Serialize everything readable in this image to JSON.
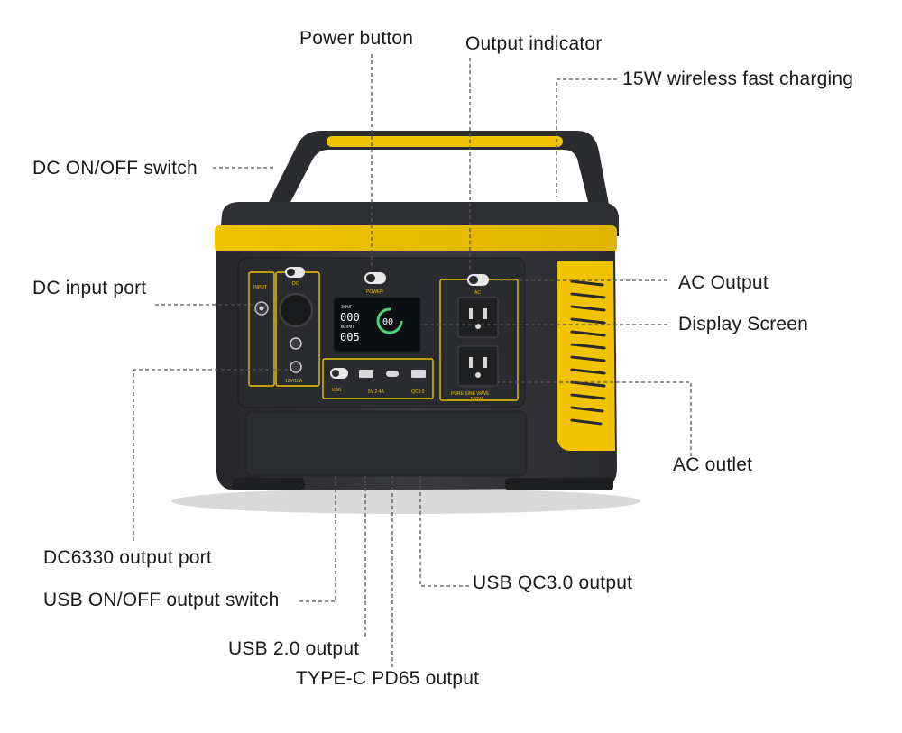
{
  "callouts": {
    "power_button": "Power button",
    "output_indicator": "Output indicator",
    "wireless_charging": "15W wireless fast charging",
    "dc_switch": "DC ON/OFF switch",
    "dc_input": "DC input port",
    "ac_output": "AC Output",
    "display_screen": "Display Screen",
    "ac_outlet": "AC outlet",
    "dc6330": "DC6330 output port",
    "usb_switch": "USB ON/OFF output switch",
    "usb_qc3": "USB QC3.0 output",
    "usb2": "USB 2.0 output",
    "typec": "TYPE-C PD65 output"
  },
  "panel": {
    "input": "INPUT",
    "dc": "DC",
    "power": "POWER",
    "ac": "AC",
    "dc_rating": "12V/10A",
    "usb": "USB",
    "usb_rating": "5V 2.4A",
    "qc": "QC3.0",
    "sine": "PURE SINE WAVE",
    "watt": "500W",
    "lcd_input": "INPUT",
    "lcd_output": "OUTPUT",
    "lcd_in_val": "000",
    "lcd_out_val": "005",
    "lcd_pct": "00"
  },
  "colors": {
    "body": "#2f3033",
    "accent": "#f2c300",
    "screen": "#0c0f12",
    "leader": "#555555"
  }
}
